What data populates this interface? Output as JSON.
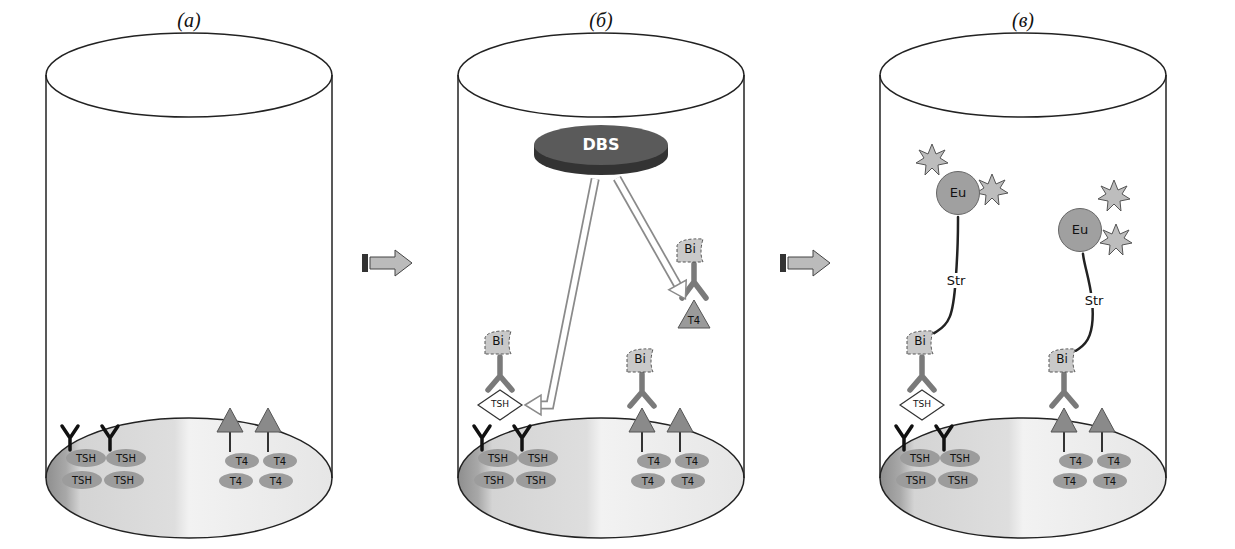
{
  "diagram": {
    "nodes": [
      {
        "text": [
          "TSH"
        ]
      },
      {
        "text": [
          "TSH"
        ]
      },
      {
        "text": [
          "TSH"
        ]
      },
      {
        "text": [
          "TSH"
        ]
      },
      {
        "text": [
          "T4"
        ]
      },
      {
        "text": [
          "T4"
        ]
      },
      {
        "text": [
          "T4"
        ]
      },
      {
        "text": [
          "T4"
        ]
      },
      {
        "text": [
          "DBS"
        ]
      },
      {
        "text": [
          "Bi"
        ]
      },
      {
        "text": [
          "T4"
        ]
      },
      {
        "text": [
          "Bi"
        ]
      },
      {
        "text": [
          "Bi"
        ]
      },
      {
        "text": [
          "TSH"
        ]
      },
      {
        "text": [
          "TSH"
        ]
      },
      {
        "text": [
          "TSH"
        ]
      },
      {
        "text": [
          "TSH"
        ]
      },
      {
        "text": [
          "TSH"
        ]
      },
      {
        "text": [
          "T4"
        ]
      },
      {
        "text": [
          "T4"
        ]
      },
      {
        "text": [
          "T4"
        ]
      },
      {
        "text": [
          "T4"
        ]
      },
      {
        "text": [
          "Eu"
        ]
      },
      {
        "text": [
          "Eu"
        ]
      },
      {
        "text": [
          "Bi"
        ]
      },
      {
        "text": [
          "Bi"
        ]
      },
      {
        "text": [
          "TSH"
        ]
      },
      {
        "text": [
          "TSH"
        ]
      },
      {
        "text": [
          "TSH"
        ]
      },
      {
        "text": [
          "TSH"
        ]
      },
      {
        "text": [
          "TSH"
        ]
      },
      {
        "text": [
          "T4"
        ]
      },
      {
        "text": [
          "T4"
        ]
      },
      {
        "text": [
          "T4"
        ]
      },
      {
        "text": [
          "T4"
        ]
      }
    ],
    "edges": [
      {
        "from": 8,
        "to": 13,
        "arrow": "to"
      },
      {
        "from": 8,
        "to": 10,
        "arrow": "to"
      },
      {
        "from": 24,
        "to": 22,
        "label": "Str",
        "arrow": "none"
      },
      {
        "from": 25,
        "to": 23,
        "label": "Str",
        "arrow": "none"
      }
    ],
    "labels": [
      "(а)",
      "(б)",
      "(в)"
    ]
  }
}
